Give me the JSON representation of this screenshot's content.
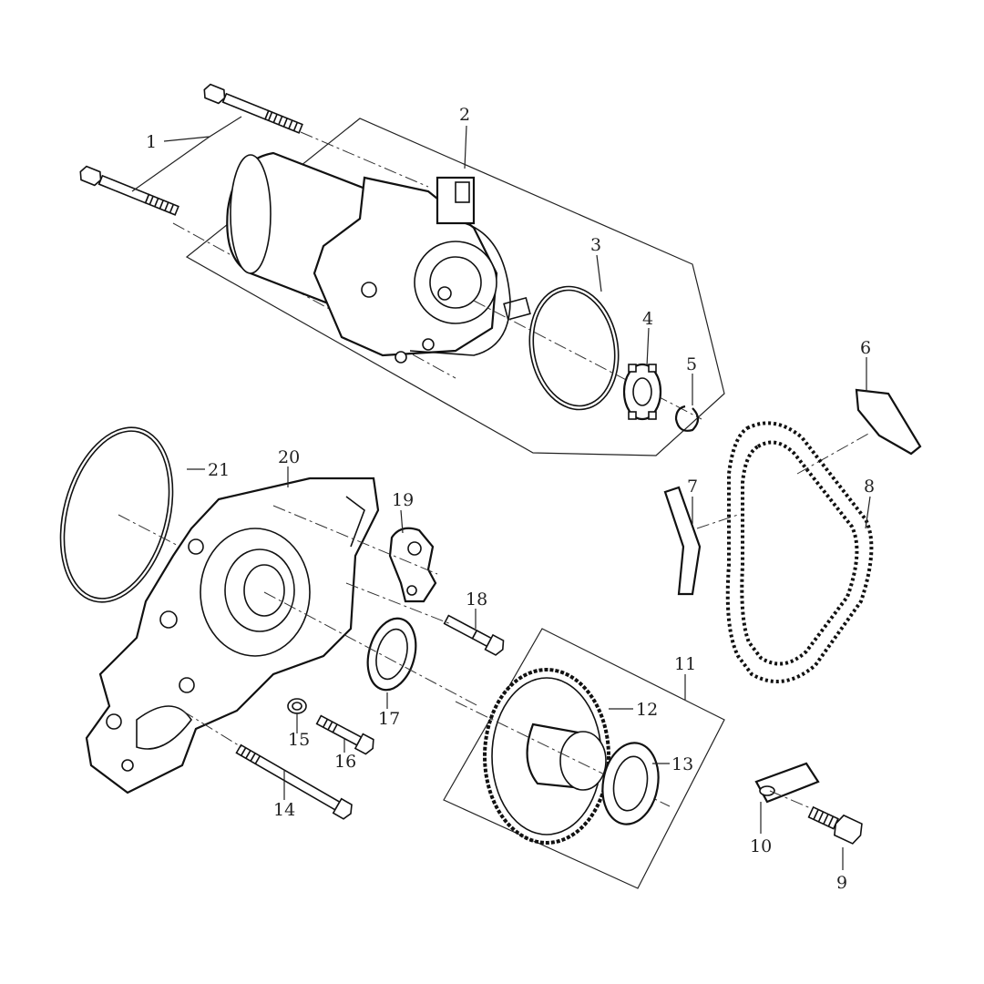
{
  "callouts": [
    {
      "id": "1",
      "text": "1"
    },
    {
      "id": "2",
      "text": "2"
    },
    {
      "id": "3",
      "text": "3"
    },
    {
      "id": "4",
      "text": "4"
    },
    {
      "id": "5",
      "text": "5"
    },
    {
      "id": "6",
      "text": "6"
    },
    {
      "id": "7",
      "text": "7"
    },
    {
      "id": "8",
      "text": "8"
    },
    {
      "id": "9",
      "text": "9"
    },
    {
      "id": "10",
      "text": "10"
    },
    {
      "id": "11",
      "text": "11"
    },
    {
      "id": "12",
      "text": "12"
    },
    {
      "id": "13",
      "text": "13"
    },
    {
      "id": "14",
      "text": "14"
    },
    {
      "id": "15",
      "text": "15"
    },
    {
      "id": "16",
      "text": "16"
    },
    {
      "id": "17",
      "text": "17"
    },
    {
      "id": "18",
      "text": "18"
    },
    {
      "id": "19",
      "text": "19"
    },
    {
      "id": "20",
      "text": "20"
    },
    {
      "id": "21",
      "text": "21"
    }
  ],
  "colors": {
    "ink": "#222222",
    "paper": "#ffffff"
  }
}
